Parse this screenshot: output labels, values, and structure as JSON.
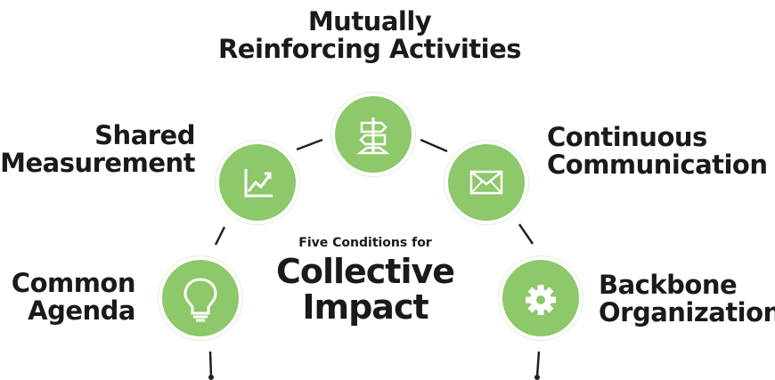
{
  "center": {
    "subtitle": "Five Conditions for",
    "title_line1": "Collective",
    "title_line2": "Impact"
  },
  "conditions": [
    {
      "line1": "Common",
      "line2": "Agenda",
      "icon": "lightbulb-icon"
    },
    {
      "line1": "Shared",
      "line2": "Measurement",
      "icon": "trend-chart-icon"
    },
    {
      "line1": "Mutually",
      "line2": "Reinforcing Activities",
      "icon": "signpost-icon"
    },
    {
      "line1": "Continuous",
      "line2": "Communication",
      "icon": "envelope-icon"
    },
    {
      "line1": "Backbone",
      "line2": "Organization",
      "icon": "gear-icon"
    }
  ],
  "colors": {
    "node_fill": "#8dc86a",
    "text": "#1a1a1a",
    "line": "#222222"
  }
}
